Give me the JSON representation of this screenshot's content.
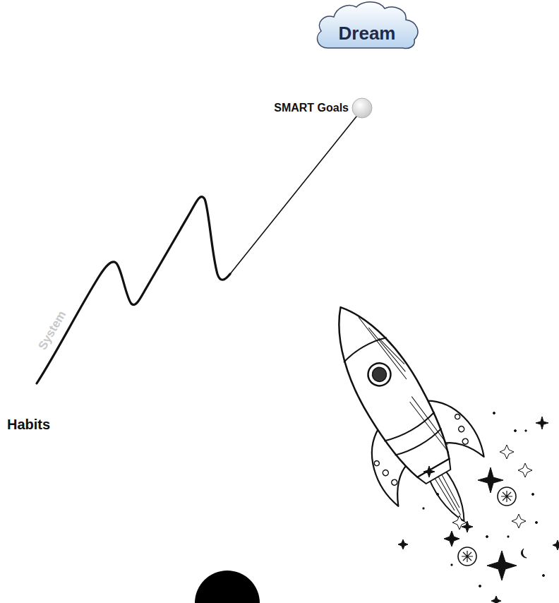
{
  "diagram": {
    "nodes": [
      {
        "text": [
          "Dream"
        ]
      },
      {
        "text": [
          "SMART Goals"
        ]
      }
    ],
    "labels": [
      "Habits",
      "System"
    ]
  }
}
